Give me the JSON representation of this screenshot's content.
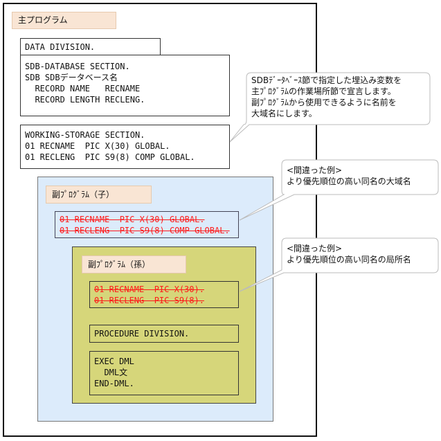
{
  "main_program": {
    "label": "主プログラム",
    "data_division": "DATA DIVISION.",
    "sdb_section": [
      "SDB-DATABASE SECTION.",
      "SDB SDBデータベース名",
      "  RECORD NAME   RECNAME",
      "  RECORD LENGTH RECLENG."
    ],
    "working_storage": [
      "WORKING-STORAGE SECTION.",
      "01 RECNAME  PIC X(30) GLOBAL.",
      "01 RECLENG  PIC S9(8) COMP GLOBAL."
    ]
  },
  "callouts": [
    {
      "lines": [
        "SDBﾃﾞｰﾀﾍﾞｰｽ節で指定した埋込み変数を",
        "主ﾌﾟﾛｸﾞﾗﾑの作業場所節で宣言します。",
        "副ﾌﾟﾛｸﾞﾗﾑから使用できるように名前を",
        "大域名にします。"
      ]
    },
    {
      "lines": [
        "<間違った例>",
        "より優先順位の高い同名の大域名"
      ]
    },
    {
      "lines": [
        "<間違った例>",
        "より優先順位の高い同名の局所名"
      ]
    }
  ],
  "child_program": {
    "label": "副ﾌﾟﾛｸﾞﾗﾑ（子）",
    "wrong_decl": [
      "01 RECNAME  PIC X(30) GLOBAL.",
      "01 RECLENG  PIC S9(8) COMP GLOBAL."
    ]
  },
  "grandchild_program": {
    "label": "副ﾌﾟﾛｸﾞﾗﾑ（孫）",
    "wrong_decl": [
      "01 RECNAME  PIC X(30).",
      "01 RECLENG  PIC S9(8)."
    ],
    "procedure_division": "PROCEDURE DIVISION.",
    "exec_dml": [
      "EXEC DML",
      "  DML文",
      "END-DML."
    ]
  },
  "colors": {
    "child_bg": "#dcebfb",
    "grandchild_bg": "#d6d67a",
    "label_bg": "#f9e5d4",
    "wrong_text": "#ff1a1a"
  }
}
